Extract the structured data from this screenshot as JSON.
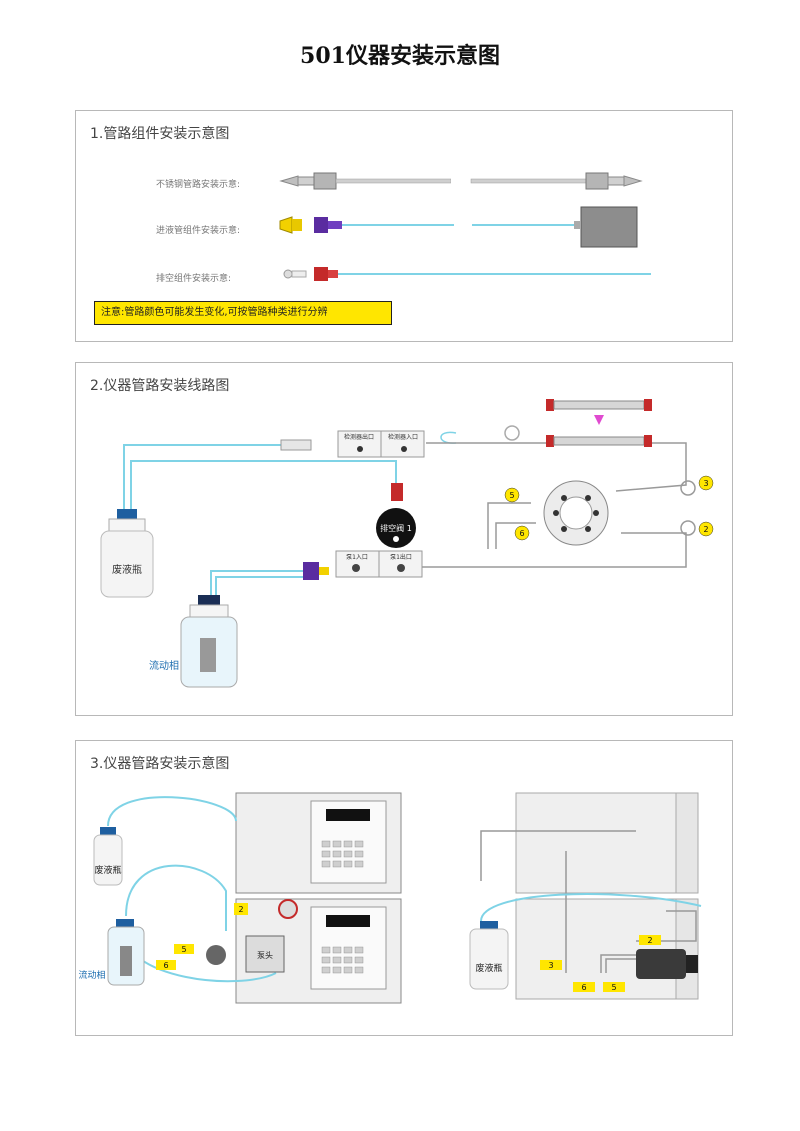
{
  "title": "501仪器安装示意图",
  "section1": {
    "title": "1.管路组件安装示意图",
    "label_steel": "不锈钢管路安装示意:",
    "label_inlet": "进液管组件安装示意:",
    "label_drain": "排空组件安装示意:",
    "note": "注意:管路颜色可能发生变化,可按管路种类进行分辨"
  },
  "section2": {
    "title": "2.仪器管路安装线路图",
    "detector_out": "检测器出口",
    "detector_in": "检测器入口",
    "drain_valve": "排空阀 1",
    "pump_in": "泵1入口",
    "pump_out": "泵1出口",
    "waste_bottle": "废液瓶",
    "mobile_phase": "流动相",
    "num3": "3",
    "num5": "5",
    "num2": "2",
    "num6": "6"
  },
  "section3": {
    "title": "3.仪器管路安装示意图",
    "waste_bottle_left": "废液瓶",
    "mobile_phase": "流动相",
    "pump_head": "泵头",
    "waste_bottle_right": "废液瓶",
    "tag2": "2",
    "tag5": "5",
    "tag6": "6",
    "rtag2": "2",
    "rtag3": "3",
    "rtag6": "6",
    "rtag5": "5"
  },
  "colors": {
    "accent_yellow": "#ffe600",
    "tube_blue": "#7fd3e6",
    "fitting_purple": "#5a2ca0",
    "fitting_red": "#c42a2a",
    "steel": "#c8c8c8"
  }
}
